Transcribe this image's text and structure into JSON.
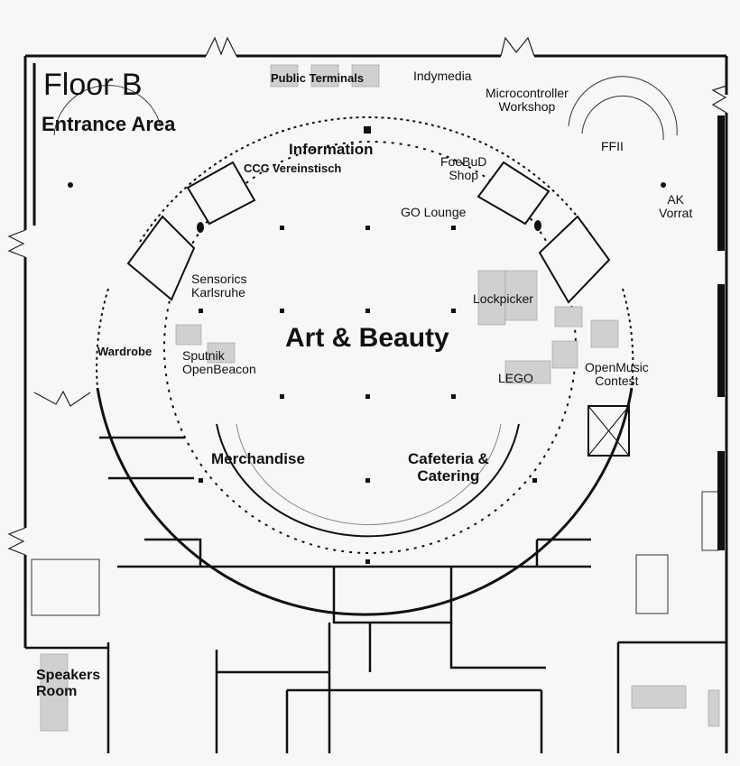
{
  "floor_title": "Floor B",
  "areas": {
    "entrance": "Entrance Area",
    "public_terminals": "Public Terminals",
    "indymedia": "Indymedia",
    "microcontroller": [
      "Microcontroller",
      "Workshop"
    ],
    "ffii": "FFII",
    "information": "Information",
    "ccc_vereinstisch": "CCC Vereinstisch",
    "foebud": [
      "FoeBuD",
      "Shop"
    ],
    "go_lounge": "GO Lounge",
    "ak_vorrat": [
      "AK",
      "Vorrat"
    ],
    "sensorics": [
      "Sensorics",
      "Karlsruhe"
    ],
    "lockpicker": "Lockpicker",
    "art_beauty": "Art & Beauty",
    "wardrobe": "Wardrobe",
    "sputnik": [
      "Sputnik",
      "OpenBeacon"
    ],
    "lego": "LEGO",
    "openmusic": [
      "OpenMusic",
      "Contest"
    ],
    "merchandise": "Merchandise",
    "cafeteria": [
      "Cafeteria &",
      "Catering"
    ],
    "speakers": [
      "Speakers",
      "Room"
    ]
  }
}
